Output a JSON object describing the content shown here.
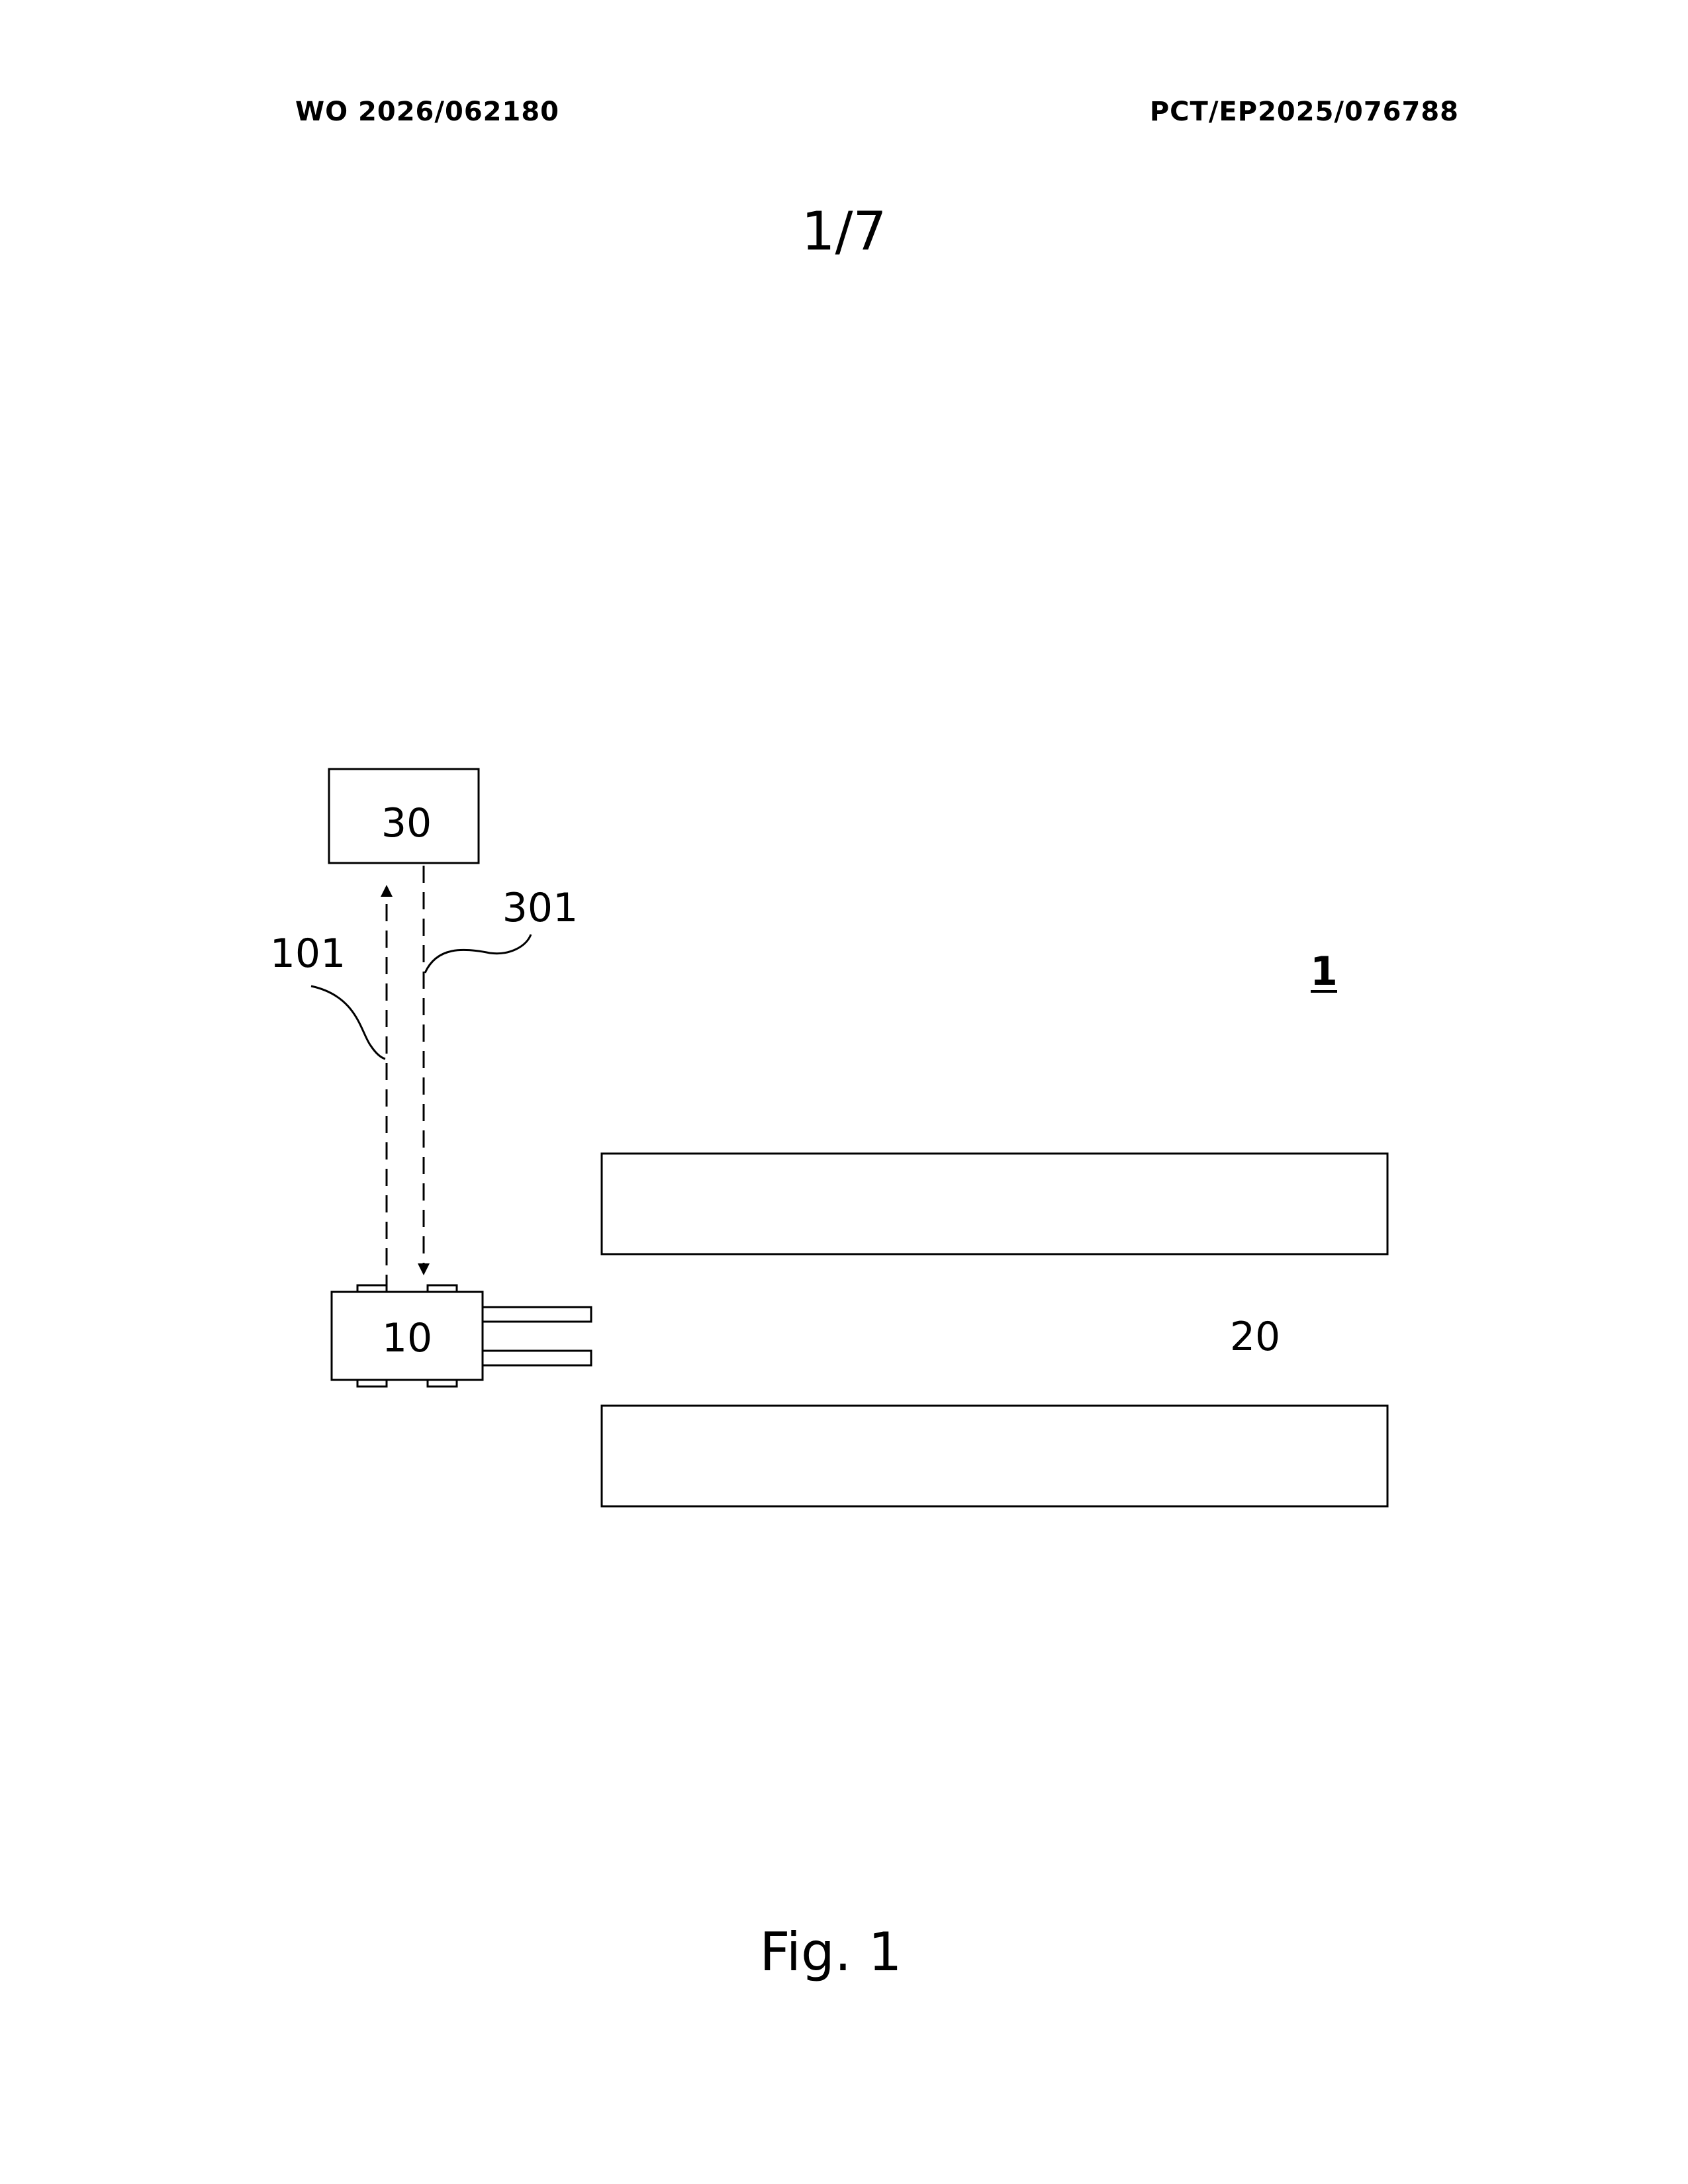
{
  "header": {
    "publication_number": "WO 2026/062180",
    "application_number": "PCT/EP2025/076788"
  },
  "sheet_number": "1/7",
  "figure_caption": "Fig. 1",
  "diagram": {
    "system_label": "1",
    "labels": {
      "device": "10",
      "channel": "20",
      "remote_unit": "30",
      "uplink_signal": "101",
      "downlink_signal": "301"
    }
  }
}
